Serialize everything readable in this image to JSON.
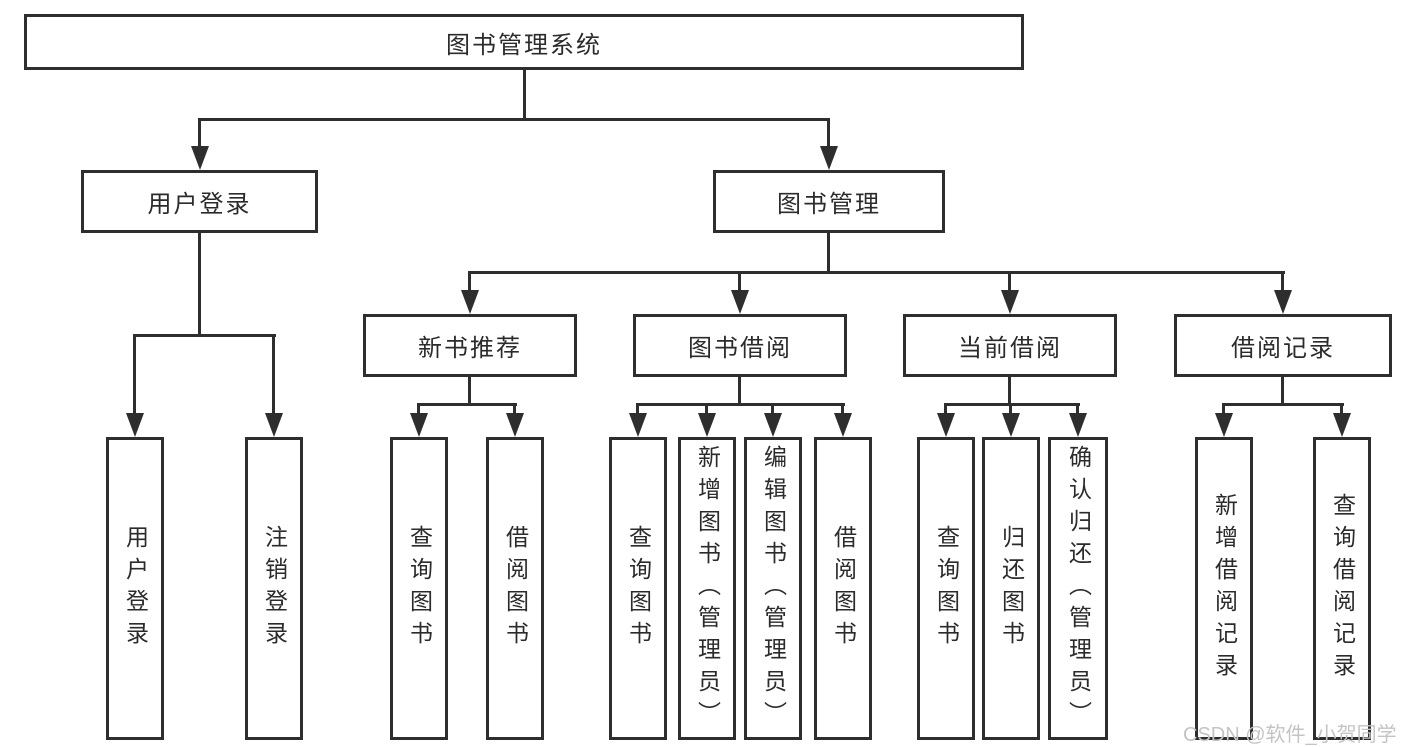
{
  "tree": {
    "label": "图书管理系统",
    "children": [
      {
        "label": "用户登录",
        "children": [
          {
            "label": "用户登录"
          },
          {
            "label": "注销登录"
          }
        ]
      },
      {
        "label": "图书管理",
        "children": [
          {
            "label": "新书推荐",
            "children": [
              {
                "label": "查询图书"
              },
              {
                "label": "借阅图书"
              }
            ]
          },
          {
            "label": "图书借阅",
            "children": [
              {
                "label": "查询图书"
              },
              {
                "label": "新增图书（管理员）"
              },
              {
                "label": "编辑图书（管理员）"
              },
              {
                "label": "借阅图书"
              }
            ]
          },
          {
            "label": "当前借阅",
            "children": [
              {
                "label": "查询图书"
              },
              {
                "label": "归还图书"
              },
              {
                "label": "确认归还（管理员）"
              }
            ]
          },
          {
            "label": "借阅记录",
            "children": [
              {
                "label": "新增借阅记录"
              },
              {
                "label": "查询借阅记录"
              }
            ]
          }
        ]
      }
    ]
  },
  "watermark": {
    "text": "CSDN @软件_小贺同学"
  },
  "colors": {
    "line": "#2e2e2e",
    "box_border": "#2e2e2e",
    "text": "#2b2b2b",
    "watermark": "#c4c4c4",
    "background": "#ffffff"
  }
}
